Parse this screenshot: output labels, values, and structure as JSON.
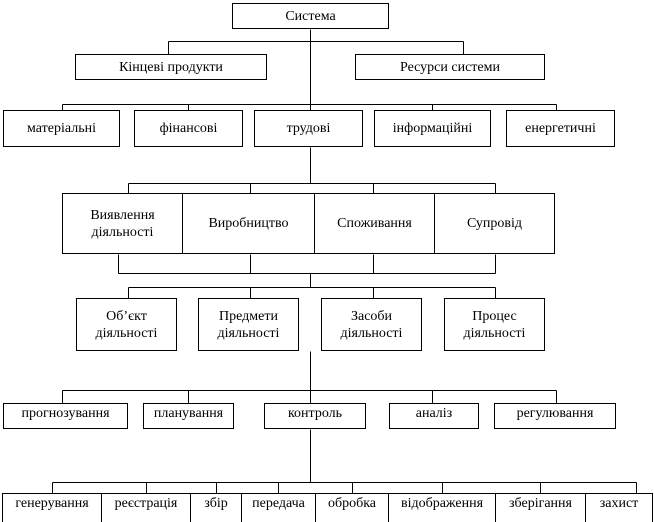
{
  "diagram": {
    "root": "Система",
    "level1": [
      "Кінцеві продукти",
      "Ресурси системи"
    ],
    "resources": [
      "матеріальні",
      "фінансові",
      "трудові",
      "інформаційні",
      "енергетичні"
    ],
    "activity_stages": [
      [
        "Виявлення",
        "діяльності"
      ],
      [
        "Виробництво"
      ],
      [
        "Споживання"
      ],
      [
        "Супровід"
      ]
    ],
    "activity_elements": [
      [
        "Об’єкт",
        "діяльності"
      ],
      [
        "Предмети",
        "діяльності"
      ],
      [
        "Засоби",
        "діяльності"
      ],
      [
        "Процес",
        "діяльності"
      ]
    ],
    "management_functions": [
      "прогнозування",
      "планування",
      "контроль",
      "аналіз",
      "регулювання"
    ],
    "info_operations": [
      "генерування",
      "реєстрація",
      "збір",
      "передача",
      "обробка",
      "відображення",
      "зберігання",
      "захист"
    ]
  }
}
